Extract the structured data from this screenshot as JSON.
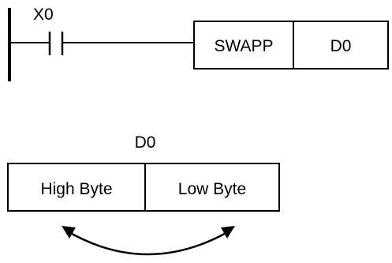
{
  "ladder": {
    "contact_label": "X0",
    "instruction": "SWAPP",
    "operand": "D0"
  },
  "register": {
    "name": "D0",
    "high_byte_label": "High Byte",
    "low_byte_label": "Low Byte"
  },
  "colors": {
    "line": "#000000",
    "background": "#ffffff"
  }
}
